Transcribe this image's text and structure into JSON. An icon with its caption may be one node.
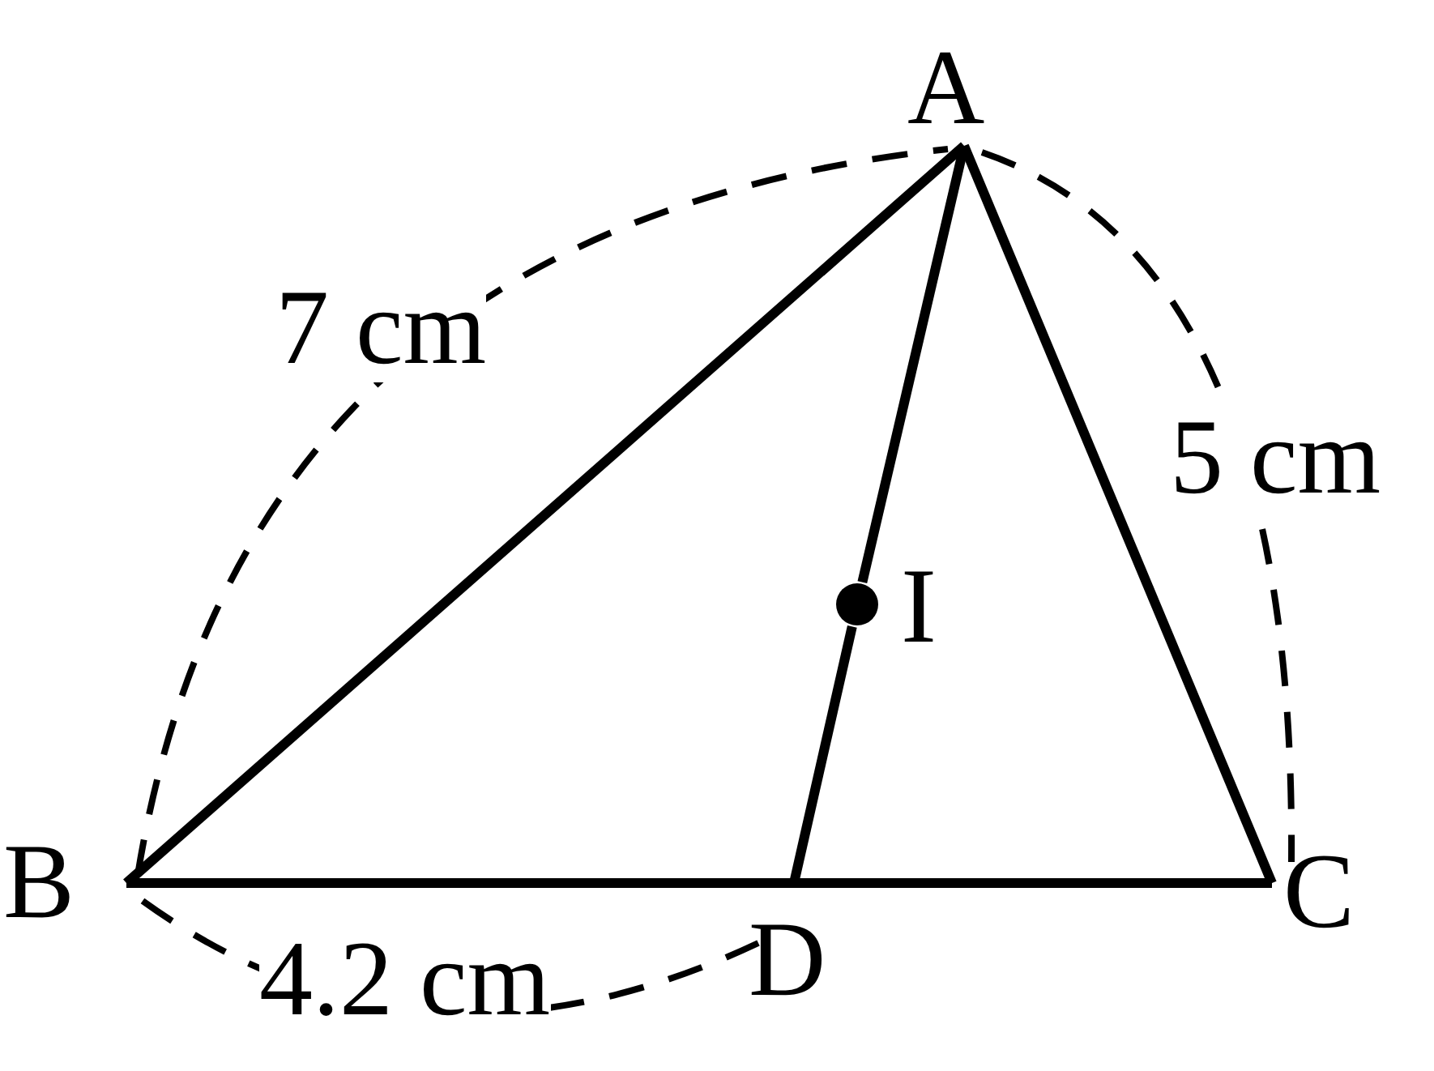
{
  "diagram": {
    "nodes": [
      {
        "text": [
          "A"
        ]
      },
      {
        "text": [
          "B"
        ]
      },
      {
        "text": [
          "C"
        ]
      },
      {
        "text": [
          "D"
        ]
      },
      {
        "text": [
          "I"
        ]
      }
    ],
    "edges": [
      {
        "from": 0,
        "to": 1,
        "arrow": "none"
      },
      {
        "from": 0,
        "to": 2,
        "arrow": "none"
      },
      {
        "from": 1,
        "to": 2,
        "arrow": "none"
      },
      {
        "from": 0,
        "to": 4,
        "arrow": "none"
      },
      {
        "from": 4,
        "to": 3,
        "arrow": "none"
      }
    ],
    "labels": [
      "7 cm",
      "5 cm",
      "4.2 cm"
    ]
  }
}
